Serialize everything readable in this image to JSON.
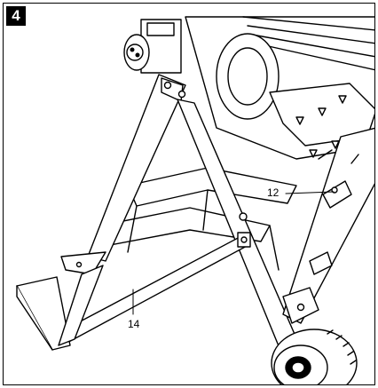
{
  "figure": {
    "step_number": "4",
    "callouts": [
      {
        "id": "12",
        "label": "12"
      },
      {
        "id": "14",
        "label": "14"
      }
    ],
    "line_color": "#000000",
    "background": "#ffffff"
  }
}
